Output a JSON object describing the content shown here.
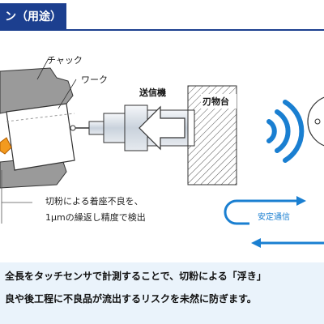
{
  "header": {
    "title": "ン（用途）"
  },
  "labels": {
    "chuck": "チャック",
    "work": "ワーク",
    "transmitter": "送信機",
    "tool_rest": "刃物台",
    "note_line1": "切粉による着座不良を、",
    "note_line2": "1μmの繰返し精度で検出",
    "stable_comm": "安定通信"
  },
  "footer": {
    "line1": "全長をタッチセンサで計測することで、切粉による「浮き」",
    "line2": "良や後工程に不良品が流出するリスクを未然に防ぎます。"
  },
  "colors": {
    "title_bg": "#1c3f8f",
    "accent_blue": "#1a7fd1",
    "chuck_gray": "#9a9a9a",
    "footer_bg": "#eaf3fb",
    "chip_orange": "#f39a1e"
  }
}
